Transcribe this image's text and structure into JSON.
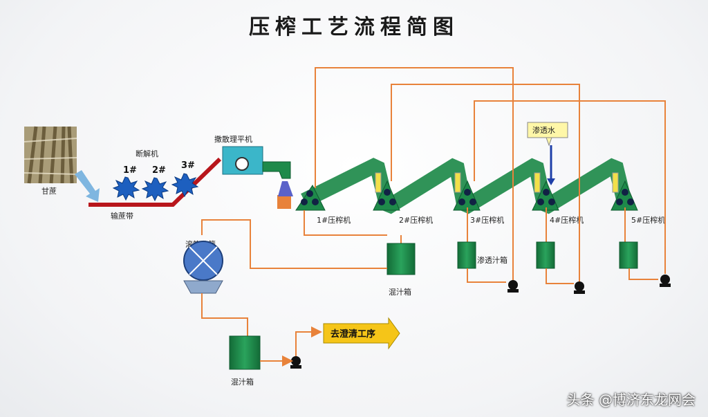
{
  "title": "压榨工艺流程简图",
  "labels": {
    "cane": "甘蔗",
    "shredder": "断解机",
    "s1": "1#",
    "s2": "2#",
    "s3": "3#",
    "conveyor": "输蔗带",
    "leveler": "撒散理平机",
    "mill1": "1#压榨机",
    "mill2": "2#压榨机",
    "mill3": "3#压榨机",
    "mill4": "4#压榨机",
    "mill5": "5#压榨机",
    "water": "渗透水",
    "screen": "滚筒曲筛",
    "mixTank1": "混汁箱",
    "infTank": "渗透汁箱",
    "mixTank2": "混汁箱",
    "toClarify": "去澄清工序"
  },
  "watermark": "头条 @博济东龙网会",
  "colors": {
    "pipe": "#e8823a",
    "equipment": "#1e8a4a",
    "conveyor": "#b8161c",
    "water": "#1f3fa8",
    "arrowBox": "#f5c518"
  }
}
